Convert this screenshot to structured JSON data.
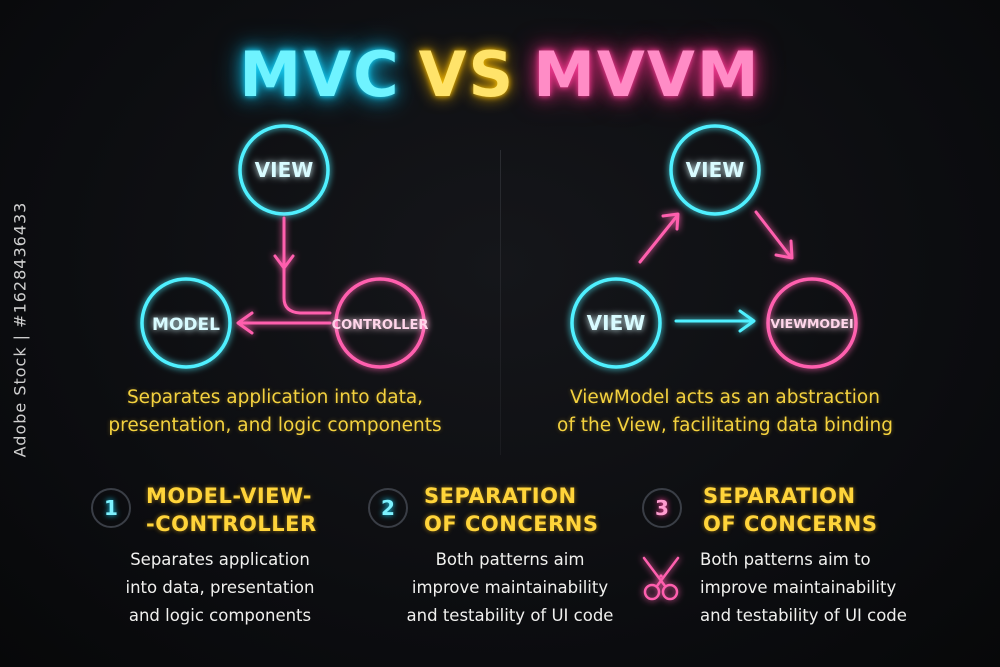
{
  "title": {
    "left": "MVC",
    "mid": "VS",
    "right": "MVVM"
  },
  "mvc": {
    "nodes": {
      "view": "VIEW",
      "model": "MODEL",
      "controller": "CONTROLLER"
    },
    "description": [
      "Separates application into data,",
      "presentation, and logic components"
    ]
  },
  "mvvm": {
    "nodes": {
      "view_top": "VIEW",
      "view_left": "VIEW",
      "viewmodel": "VIEWMODEI"
    },
    "description": [
      "ViewModel acts as an abstraction",
      "of the View, facilitating data binding"
    ]
  },
  "steps": [
    {
      "number": "1",
      "heading": [
        "MODEL-VIEW-",
        "-CONTROLLER"
      ],
      "body": [
        "Separates application",
        "into data, presentation",
        "and logic components"
      ]
    },
    {
      "number": "2",
      "heading": [
        "SEPARATION",
        "OF CONCERNS"
      ],
      "body": [
        "Both patterns aim",
        "improve maintainability",
        "and testability of UI code"
      ]
    },
    {
      "number": "3",
      "heading": [
        "SEPARATION",
        "OF CONCERNS"
      ],
      "body": [
        "Both patterns aim to",
        "improve maintainability",
        "and testability of UI code"
      ],
      "icon": "scissors-icon"
    }
  ],
  "side_id": "Adobe Stock | #1628436433",
  "colors": {
    "cyan": "#4ff0ff",
    "pink": "#ff5fae",
    "yellow": "#ffd43a",
    "background": "#0b0c0f"
  }
}
